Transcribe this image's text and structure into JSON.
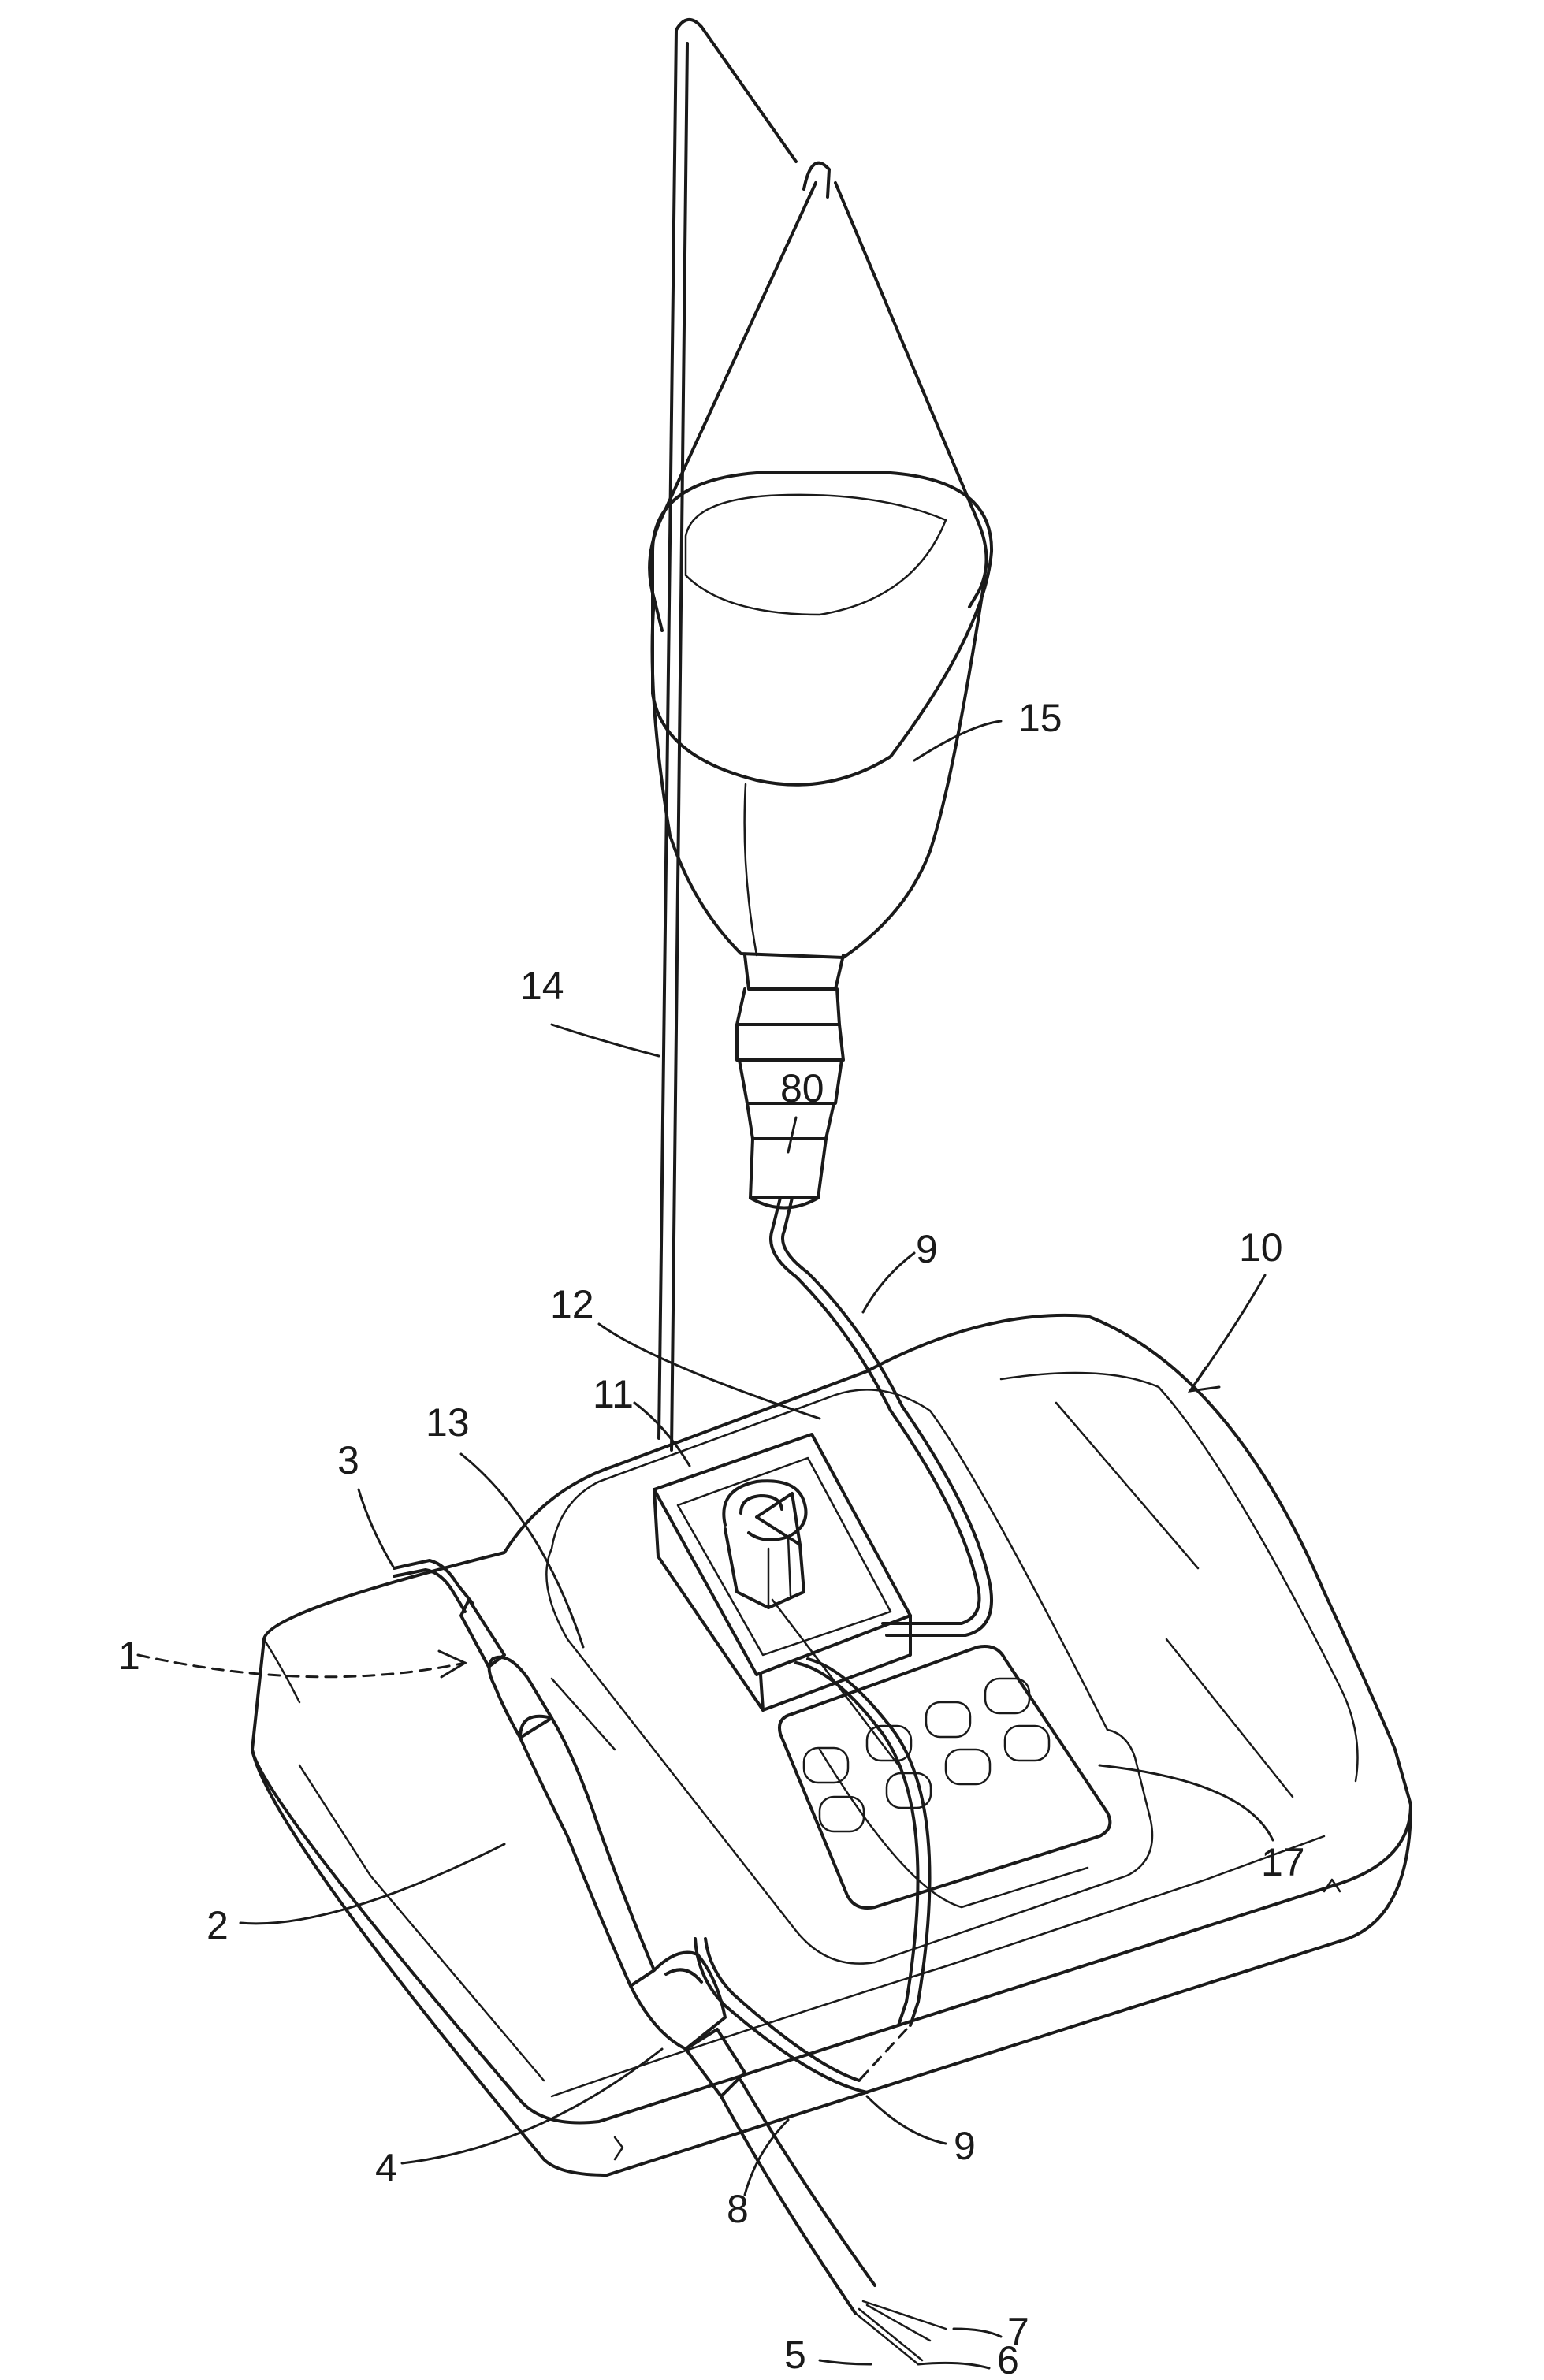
{
  "figure": {
    "reference_numerals": {
      "handpiece": "1",
      "handpiece_body": "2",
      "tip": "3",
      "handpiece_rear": "4",
      "conductor_5": "5",
      "conductor_6": "6",
      "conductor_7": "7",
      "cable": "8",
      "tube_upper": "9",
      "tube_lower": "9",
      "base_unit": "10",
      "cartridge": "11",
      "pump": "12",
      "top_panel": "13",
      "stand_rod": "14",
      "fluid_bag": "15",
      "keypad": "17",
      "drip_connector": "80"
    }
  }
}
